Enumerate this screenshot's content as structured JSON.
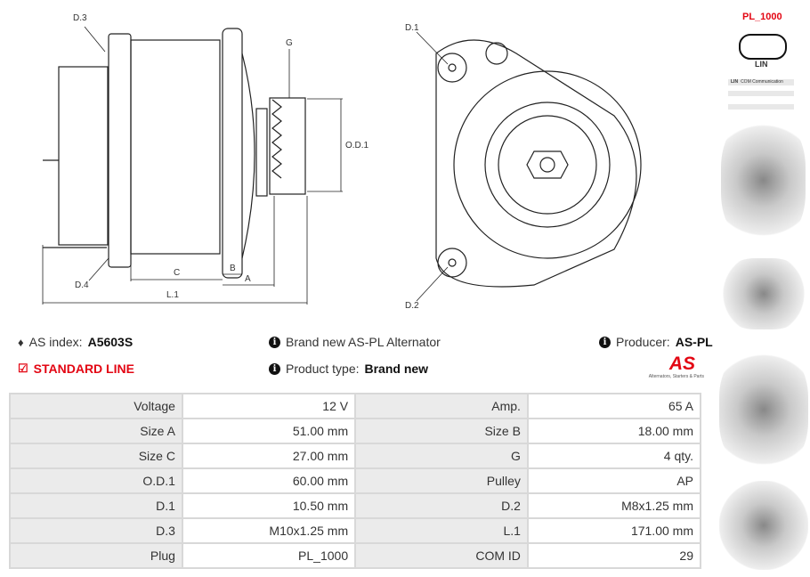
{
  "diagram": {
    "side_labels": [
      "D.3",
      "G",
      "O.D.1",
      "D.4",
      "C",
      "B",
      "A",
      "L.1"
    ],
    "front_labels": [
      "D.1",
      "D.2"
    ]
  },
  "plug": {
    "name": "PL_1000",
    "pin": "LIN",
    "table": [
      {
        "pin": "LIN",
        "desc": "COM Communication"
      }
    ]
  },
  "info": {
    "as_index_label": "AS index:",
    "as_index": "A5603S",
    "standard_line": "STANDARD LINE",
    "description": "Brand new AS-PL Alternator",
    "product_type_label": "Product type:",
    "product_type": "Brand new",
    "producer_label": "Producer:",
    "producer": "AS-PL",
    "logo_text": "AS",
    "logo_tagline": "Alternators, Starters & Parts"
  },
  "colors": {
    "accent": "#e30613"
  },
  "specs": [
    [
      "Voltage",
      "12 V",
      "Amp.",
      "65 A"
    ],
    [
      "Size A",
      "51.00 mm",
      "Size B",
      "18.00 mm"
    ],
    [
      "Size C",
      "27.00 mm",
      "G",
      "4 qty."
    ],
    [
      "O.D.1",
      "60.00 mm",
      "Pulley",
      "AP"
    ],
    [
      "D.1",
      "10.50 mm",
      "D.2",
      "M8x1.25 mm"
    ],
    [
      "D.3",
      "M10x1.25 mm",
      "L.1",
      "171.00 mm"
    ],
    [
      "Plug",
      "PL_1000",
      "COM ID",
      "29"
    ]
  ]
}
